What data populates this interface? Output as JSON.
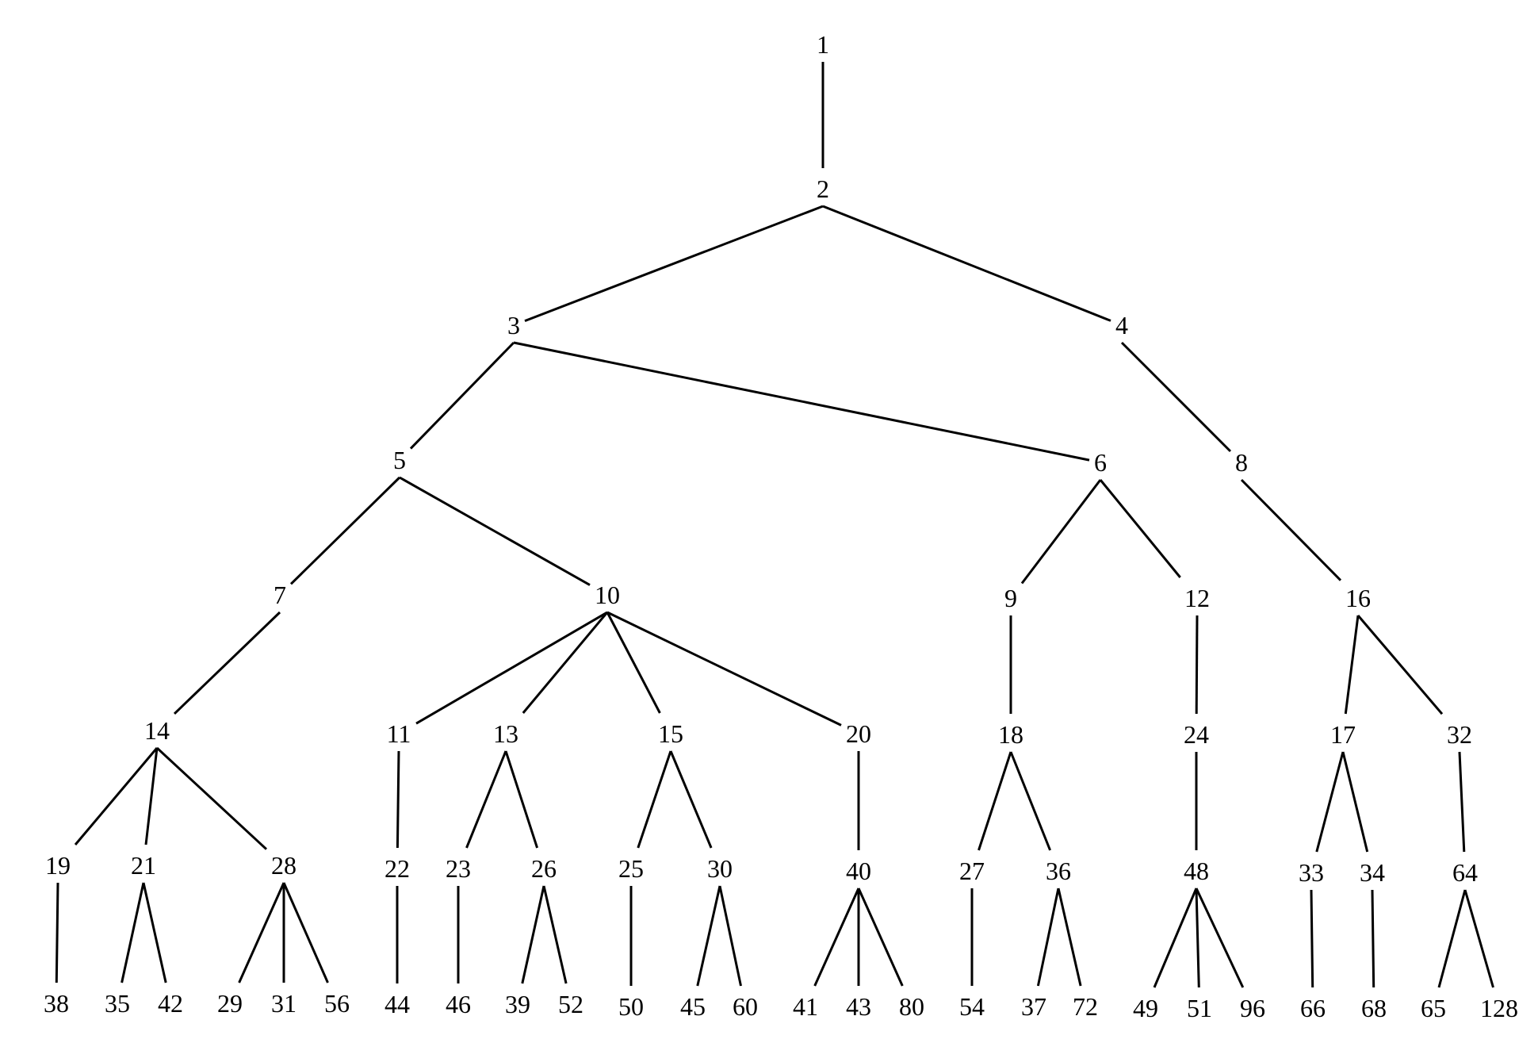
{
  "colors": {
    "ink": "#000000",
    "background": "#ffffff"
  },
  "tree": {
    "label": "1",
    "children": [
      {
        "label": "2",
        "children": [
          {
            "label": "3",
            "children": [
              {
                "label": "5",
                "children": [
                  {
                    "label": "7",
                    "children": [
                      {
                        "label": "14",
                        "children": [
                          {
                            "label": "19",
                            "children": [
                              {
                                "label": "38"
                              }
                            ]
                          },
                          {
                            "label": "21",
                            "children": [
                              {
                                "label": "35"
                              },
                              {
                                "label": "42"
                              }
                            ]
                          },
                          {
                            "label": "28",
                            "children": [
                              {
                                "label": "29"
                              },
                              {
                                "label": "31"
                              },
                              {
                                "label": "56"
                              }
                            ]
                          }
                        ]
                      }
                    ]
                  },
                  {
                    "label": "10",
                    "children": [
                      {
                        "label": "11",
                        "children": [
                          {
                            "label": "22",
                            "children": [
                              {
                                "label": "44"
                              }
                            ]
                          }
                        ]
                      },
                      {
                        "label": "13",
                        "children": [
                          {
                            "label": "23",
                            "children": [
                              {
                                "label": "46"
                              }
                            ]
                          },
                          {
                            "label": "26",
                            "children": [
                              {
                                "label": "39"
                              },
                              {
                                "label": "52"
                              }
                            ]
                          }
                        ]
                      },
                      {
                        "label": "15",
                        "children": [
                          {
                            "label": "25",
                            "children": [
                              {
                                "label": "50"
                              }
                            ]
                          },
                          {
                            "label": "30",
                            "children": [
                              {
                                "label": "45"
                              },
                              {
                                "label": "60"
                              }
                            ]
                          }
                        ]
                      },
                      {
                        "label": "20",
                        "children": [
                          {
                            "label": "40",
                            "children": [
                              {
                                "label": "41"
                              },
                              {
                                "label": "43"
                              },
                              {
                                "label": "80"
                              }
                            ]
                          }
                        ]
                      }
                    ]
                  }
                ]
              },
              {
                "label": "6",
                "children": [
                  {
                    "label": "9",
                    "children": [
                      {
                        "label": "18",
                        "children": [
                          {
                            "label": "27",
                            "children": [
                              {
                                "label": "54"
                              }
                            ]
                          },
                          {
                            "label": "36",
                            "children": [
                              {
                                "label": "37"
                              },
                              {
                                "label": "72"
                              }
                            ]
                          }
                        ]
                      }
                    ]
                  },
                  {
                    "label": "12",
                    "children": [
                      {
                        "label": "24",
                        "children": [
                          {
                            "label": "48",
                            "children": [
                              {
                                "label": "49"
                              },
                              {
                                "label": "51"
                              },
                              {
                                "label": "96"
                              }
                            ]
                          }
                        ]
                      }
                    ]
                  }
                ]
              }
            ]
          },
          {
            "label": "4",
            "children": [
              {
                "label": "8",
                "children": [
                  {
                    "label": "16",
                    "children": [
                      {
                        "label": "17",
                        "children": [
                          {
                            "label": "33",
                            "children": [
                              {
                                "label": "66"
                              }
                            ]
                          },
                          {
                            "label": "34",
                            "children": [
                              {
                                "label": "68"
                              }
                            ]
                          }
                        ]
                      },
                      {
                        "label": "32",
                        "children": [
                          {
                            "label": "64",
                            "children": [
                              {
                                "label": "65"
                              },
                              {
                                "label": "128"
                              }
                            ]
                          }
                        ]
                      }
                    ]
                  }
                ]
              }
            ]
          }
        ]
      }
    ]
  }
}
